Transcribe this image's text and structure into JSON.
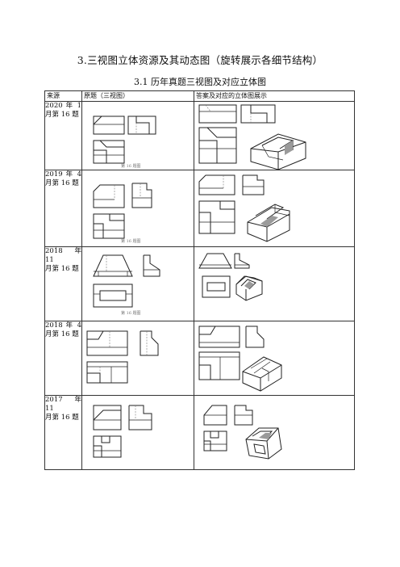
{
  "heading": "3.三视图立体资源及其动态图（旋转展示各细节结构）",
  "subheading": "3.1 历年真题三视图及对应立体图",
  "table": {
    "headers": [
      "来源",
      "原题（三视图）",
      "答案及对应的立体图展示"
    ],
    "rows": [
      {
        "year": "2020 年 1",
        "item": "月第 16 题",
        "caption": "第 16 题图"
      },
      {
        "year": "2019 年 4",
        "item": "月第 16 题",
        "caption": "第 16 题图"
      },
      {
        "year": "2018 年 11",
        "item": "月第 16 题",
        "caption": "第 16 题图"
      },
      {
        "year": "2018 年 4",
        "item": "月第 16 题",
        "caption": ""
      },
      {
        "year": "2017 年 11",
        "item": "月第 16 题",
        "caption": ""
      }
    ]
  },
  "colors": {
    "line": "#222222",
    "hidden_line": "#777777",
    "grid": "#333333"
  }
}
